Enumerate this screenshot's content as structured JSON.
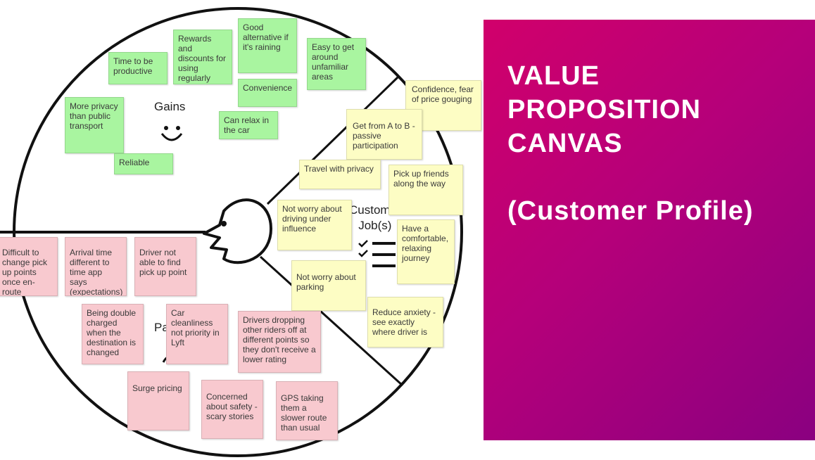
{
  "sections": {
    "gains": "Gains",
    "jobs": "Customer\nJob(s)",
    "pains": "Pains"
  },
  "title": {
    "line1": "VALUE\nPROPOSITION\nCANVAS",
    "line2": "(Customer Profile)"
  },
  "gains_notes": [
    "Time to be productive",
    "Rewards and discounts for using regularly",
    "Good alternative if it's raining",
    "Easy to get around unfamiliar areas",
    "Convenience",
    "More privacy than public transport",
    "Can relax in the car",
    "Reliable"
  ],
  "jobs_notes": [
    "Confidence, fear of price gouging",
    "Get from A to B - passive participation",
    "Travel with privacy",
    "Pick up friends along the way",
    "Not worry about driving under influence",
    "Have a comfortable, relaxing journey",
    "Not worry about parking",
    "Reduce anxiety - see exactly where driver is"
  ],
  "pains_notes": [
    "Difficult to change pick up points once en-route",
    "Arrival time different to time app says (expectations)",
    "Driver not able to find pick up point",
    "Being double charged when the destination is changed",
    "Car cleanliness not priority in Lyft",
    "Drivers dropping other riders off at different points so they don't receive a lower rating",
    "Surge pricing",
    "Concerned about safety - scary stories",
    "GPS taking them a slower route than usual"
  ],
  "colors": {
    "gain": "#a9f5a0",
    "job": "#fdfdc4",
    "pain": "#f8c9cf",
    "panel_start": "#d1006b",
    "panel_end": "#8a0080"
  }
}
